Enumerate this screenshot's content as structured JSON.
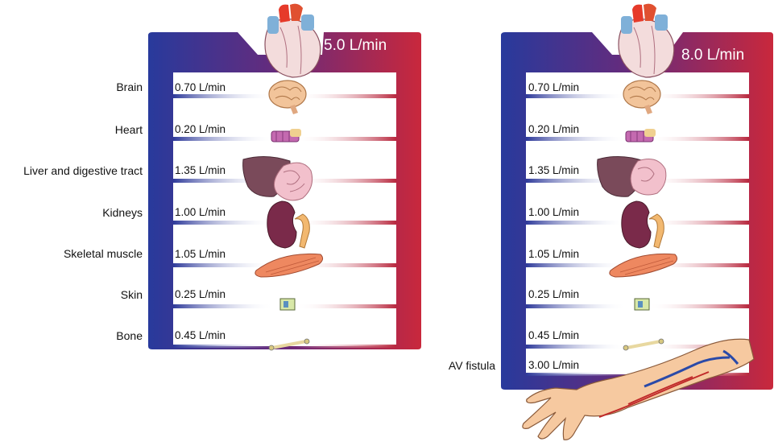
{
  "left_panel": {
    "total_output": "5.0 L/min",
    "rows": [
      {
        "organ": "Brain",
        "flow": "0.70 L/min"
      },
      {
        "organ": "Heart",
        "flow": "0.20 L/min"
      },
      {
        "organ": "Liver and digestive tract",
        "flow": "1.35 L/min"
      },
      {
        "organ": "Kidneys",
        "flow": "1.00 L/min"
      },
      {
        "organ": "Skeletal muscle",
        "flow": "1.05 L/min"
      },
      {
        "organ": "Skin",
        "flow": "0.25 L/min"
      },
      {
        "organ": "Bone",
        "flow": "0.45 L/min"
      }
    ]
  },
  "right_panel": {
    "total_output": "8.0 L/min",
    "rows": [
      {
        "flow": "0.70 L/min"
      },
      {
        "flow": "0.20 L/min"
      },
      {
        "flow": "1.35 L/min"
      },
      {
        "flow": "1.00 L/min"
      },
      {
        "flow": "1.05 L/min"
      },
      {
        "flow": "0.25 L/min"
      },
      {
        "flow": "0.45 L/min"
      },
      {
        "organ": "AV fistula",
        "flow": "3.00 L/min"
      }
    ]
  },
  "colors": {
    "venous": "#2e3a9a",
    "arterial": "#c0283c",
    "mixed": "#6a2a7a"
  },
  "icons": [
    "heart-icon",
    "brain-icon",
    "heart-muscle-icon",
    "liver-icon",
    "intestine-icon",
    "kidney-icon",
    "muscle-icon",
    "skin-icon",
    "bone-icon",
    "arm-icon"
  ]
}
